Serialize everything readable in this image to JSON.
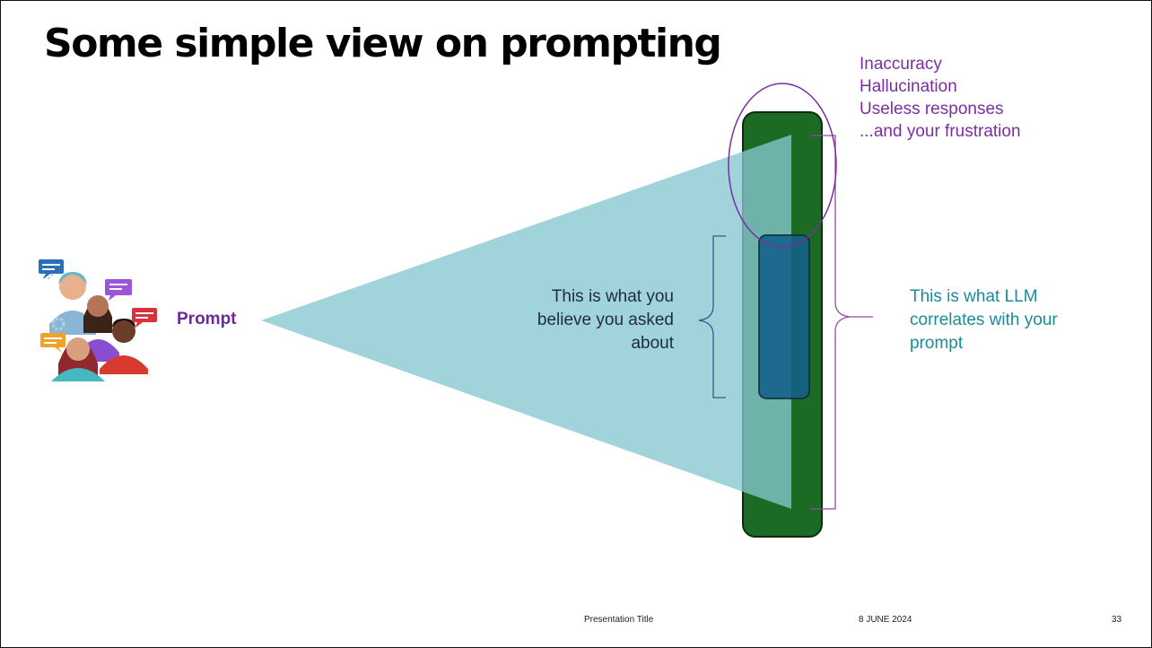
{
  "slide": {
    "title": "Some simple view on prompting",
    "issues": [
      "Inaccuracy",
      "Hallucination",
      "Useless responses",
      "...and your frustration"
    ],
    "prompt_label": "Prompt",
    "belief_text": "This is what you believe you asked about",
    "llm_text": "This is what LLM correlates with your prompt",
    "footer": {
      "title": "Presentation Title",
      "date": "8 JUNE 2024",
      "page": "33"
    }
  },
  "colors": {
    "issues_purple": "#7a2fa0",
    "prompt_purple": "#6a2a9c",
    "llm_teal": "#1a8c9a",
    "cone": "#87c6cf",
    "bar_dark_green": "#1b6b24",
    "bar_teal_green": "#17704f",
    "inner_box": "#12608a"
  },
  "icons": [
    "people-chat-icon"
  ]
}
